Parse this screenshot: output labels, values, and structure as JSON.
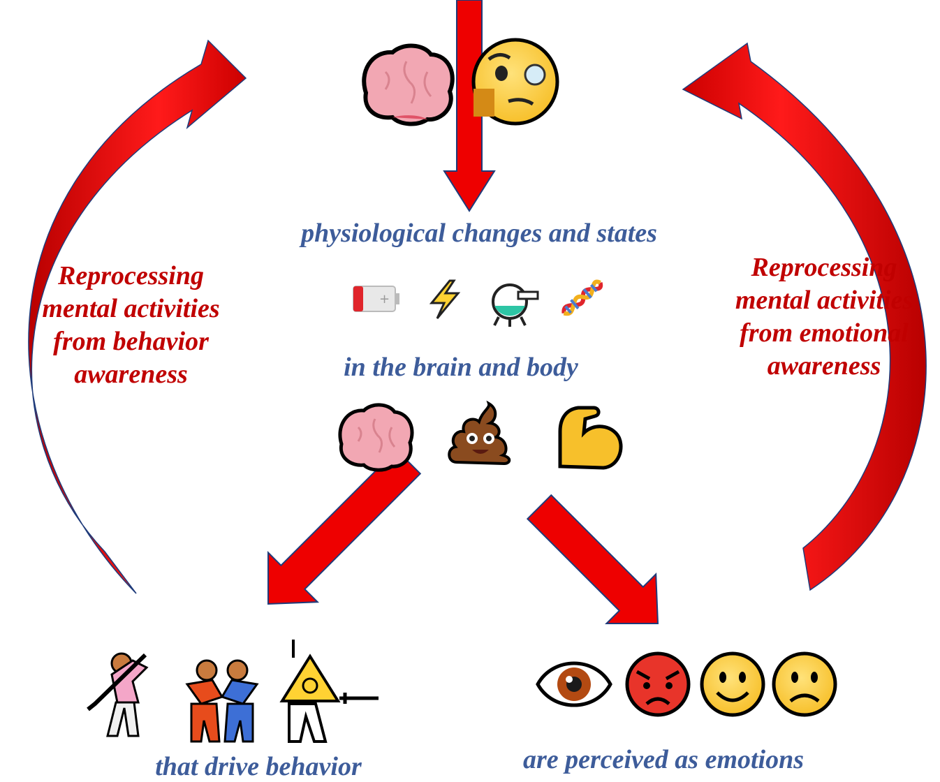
{
  "labels": {
    "physiological": "physiological changes and states",
    "brain_body": "in the brain and body",
    "behavior": "that drive behavior",
    "emotions": "are perceived as emotions",
    "left_loop": "Reprocessing mental activities from behavior awareness",
    "right_loop": "Reprocessing mental activities from emotional awareness"
  },
  "icons": {
    "top_row": [
      "brain-icon",
      "thinking-face-monocle-icon"
    ],
    "physiology_row": [
      "low-battery-icon",
      "lightning-icon",
      "flask-icon",
      "dna-icon"
    ],
    "body_row": [
      "brain-icon",
      "poop-icon",
      "flexed-biceps-icon"
    ],
    "behavior_row": [
      "golfer-icon",
      "wrestlers-icon",
      "biohazard-fencer-icon"
    ],
    "emotion_row": [
      "eye-icon",
      "angry-face-icon",
      "smiling-face-icon",
      "frowning-face-icon"
    ]
  },
  "colors": {
    "arrow_red": "#ee0000",
    "loop_arrow_red": "#d40000",
    "label_blue": "#3d5c9a",
    "label_red": "#c00000"
  }
}
